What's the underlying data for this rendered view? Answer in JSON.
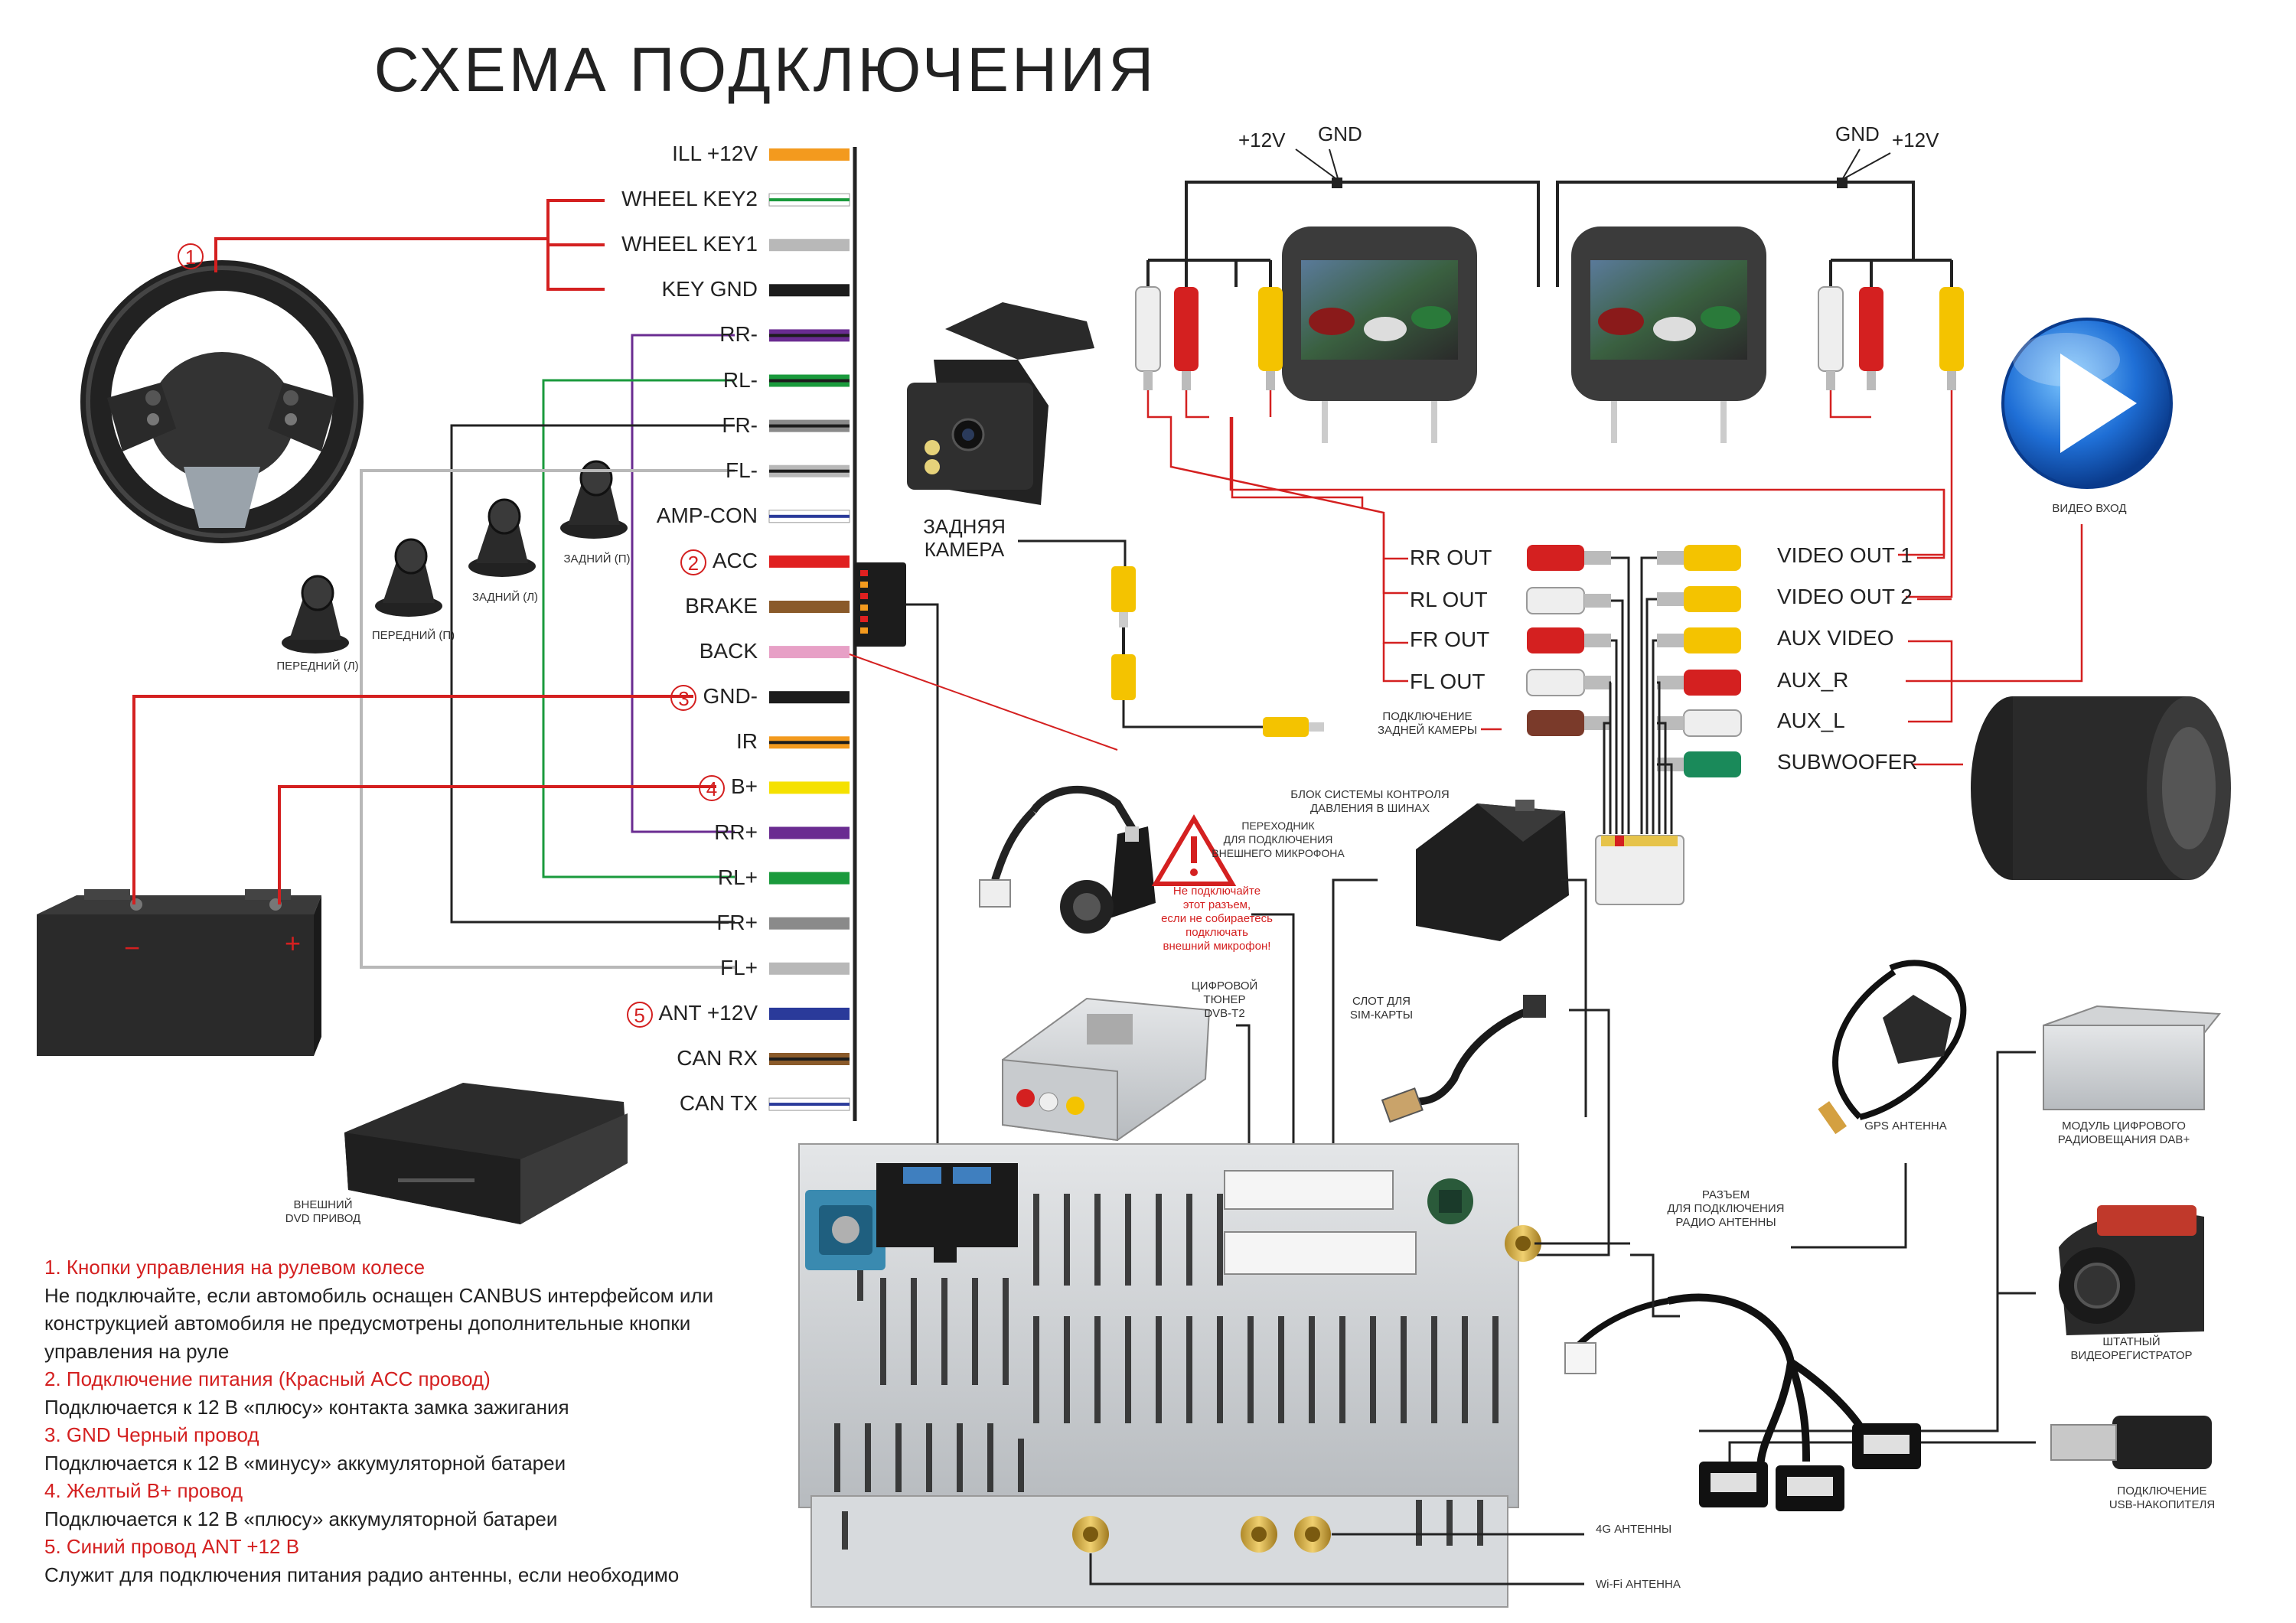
{
  "title": "СХЕМА ПОДКЛЮЧЕНИЯ",
  "wires": [
    {
      "label": "ILL +12V",
      "color": "#f39a1e",
      "stripe": null
    },
    {
      "label": "WHEEL KEY2",
      "color": "#ffffff",
      "stripe": "#1a9a3c"
    },
    {
      "label": "WHEEL KEY1",
      "color": "#b8b8b8",
      "stripe": null
    },
    {
      "label": "KEY GND",
      "color": "#1c1c1c",
      "stripe": null
    },
    {
      "label": "RR-",
      "color": "#6a2c91",
      "stripe": "#1c1c1c"
    },
    {
      "label": "RL-",
      "color": "#1a9a3c",
      "stripe": "#1c1c1c"
    },
    {
      "label": "FR-",
      "color": "#8a8a8a",
      "stripe": "#1c1c1c"
    },
    {
      "label": "FL-",
      "color": "#b8b8b8",
      "stripe": "#1c1c1c"
    },
    {
      "label": "AMP-CON",
      "color": "#ffffff",
      "stripe": "#2a3a9a"
    },
    {
      "label": "ACC",
      "color": "#e02020",
      "stripe": null,
      "num": "2"
    },
    {
      "label": "BRAKE",
      "color": "#8a5a2a",
      "stripe": null
    },
    {
      "label": "BACK",
      "color": "#e7a0c6",
      "stripe": null
    },
    {
      "label": "GND-",
      "color": "#1c1c1c",
      "stripe": null,
      "num": "3"
    },
    {
      "label": "IR",
      "color": "#f39a1e",
      "stripe": "#1c1c1c"
    },
    {
      "label": "B+",
      "color": "#f5e100",
      "stripe": null,
      "num": "4"
    },
    {
      "label": "RR+",
      "color": "#6a2c91",
      "stripe": null
    },
    {
      "label": "RL+",
      "color": "#1a9a3c",
      "stripe": null
    },
    {
      "label": "FR+",
      "color": "#8a8a8a",
      "stripe": null
    },
    {
      "label": "FL+",
      "color": "#b8b8b8",
      "stripe": null
    },
    {
      "label": "ANT +12V",
      "color": "#2a3a9a",
      "stripe": null,
      "num": "5"
    },
    {
      "label": "CAN RX",
      "color": "#8a5a2a",
      "stripe": "#1c1c1c"
    },
    {
      "label": "CAN TX",
      "color": "#ffffff",
      "stripe": "#2a3a9a"
    }
  ],
  "steering_num": "1",
  "speakers": {
    "front_l": "ПЕРЕДНИЙ (Л)",
    "front_r": "ПЕРЕДНИЙ (П)",
    "rear_l": "ЗАДНИЙ (Л)",
    "rear_r": "ЗАДНИЙ (П)"
  },
  "battery": {
    "minus": "−",
    "plus": "+"
  },
  "rear_camera": {
    "label_line1": "ЗАДНЯЯ",
    "label_line2": "КАМЕРА",
    "connection": "ПОДКЛЮЧЕНИЕ\nЗАДНЕЙ КАМЕРЫ"
  },
  "power_left": {
    "v12": "+12V",
    "gnd": "GND"
  },
  "power_right": {
    "gnd": "GND",
    "v12": "+12V"
  },
  "rca_left": [
    "RR OUT",
    "RL OUT",
    "FR OUT",
    "FL OUT"
  ],
  "rca_right": [
    "VIDEO OUT 1",
    "VIDEO OUT 2",
    "AUX VIDEO",
    "AUX_R",
    "AUX_L",
    "SUBWOOFER"
  ],
  "rca_colors": {
    "red": "#d42020",
    "white": "#eeeeee",
    "yellow": "#f4c300",
    "brown": "#7a3a2a",
    "green": "#1a8a5a"
  },
  "video_in": "ВИДЕО ВХОД",
  "mic_adapter": "ПЕРЕХОДНИК\nДЛЯ ПОДКЛЮЧЕНИЯ\nВНЕШНЕГО МИКРОФОНА",
  "mic_warning": "Не подключайте\nэтот разъем,\nесли не собираетесь\nподключать\nвнешний микрофон!",
  "tpms": "БЛОК СИСТЕМЫ КОНТРОЛЯ\nДАВЛЕНИЯ В ШИНАХ",
  "tuner": "ЦИФРОВОЙ\nТЮНЕР\nDVB-T2",
  "sim": "СЛОТ ДЛЯ\nSIM-КАРТЫ",
  "gps": "GPS АНТЕННА",
  "dab": "МОДУЛЬ ЦИФРОВОГО\nРАДИОВЕЩАНИЯ DAB+",
  "radio_conn": "РАЗЪЕМ\nДЛЯ ПОДКЛЮЧЕНИЯ\nРАДИО АНТЕННЫ",
  "dashcam": "ШТАТНЫЙ\nВИДЕОРЕГИСТРАТОР",
  "usb_drive": "ПОДКЛЮЧЕНИЕ\nUSB-НАКОПИТЕЛЯ",
  "ant_4g": "4G АНТЕННЫ",
  "wifi": "Wi-Fi АНТЕННА",
  "dvd": "ВНЕШНИЙ\nDVD ПРИВОД",
  "notes": [
    {
      "h": "1. Кнопки управления на рулевом колесе",
      "t": "Не подключайте, если автомобиль оснащен CANBUS интерфейсом или конструкцией автомобиля не предусмотрены дополнительные кнопки управления на руле"
    },
    {
      "h": "2. Подключение питания (Красный ACC провод)",
      "t": "Подключается к 12 В «плюсу» контакта замка зажигания"
    },
    {
      "h": "3. GND Черный провод",
      "t": "Подключается к 12 В «минусу» аккумуляторной батареи"
    },
    {
      "h": "4. Желтый B+ провод",
      "t": "Подключается к 12 В «плюсу» аккумуляторной батареи"
    },
    {
      "h": "5. Синий провод ANT +12 В",
      "t": "Служит для подключения питания радио антенны, если необходимо"
    }
  ]
}
